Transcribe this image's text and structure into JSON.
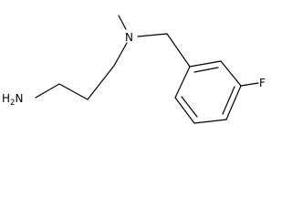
{
  "molecule": {
    "atoms": {
      "amine": {
        "main": "H",
        "subscript": "2",
        "suffix": "N"
      },
      "nitrogen": "N",
      "fluorine": "F"
    },
    "colors": {
      "bond": "#000000",
      "label": "#000000",
      "background": "#ffffff"
    }
  }
}
